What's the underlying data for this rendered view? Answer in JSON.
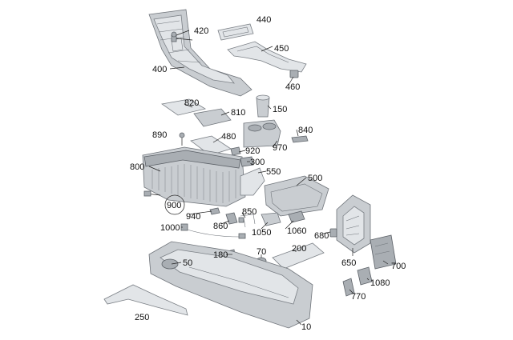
{
  "callouts": [
    {
      "id": "c440",
      "text": "440"
    },
    {
      "id": "c420",
      "text": "420"
    },
    {
      "id": "c450",
      "text": "450"
    },
    {
      "id": "c400",
      "text": "400"
    },
    {
      "id": "c460",
      "text": "460"
    },
    {
      "id": "c820",
      "text": "820"
    },
    {
      "id": "c810",
      "text": "810"
    },
    {
      "id": "c150",
      "text": "150"
    },
    {
      "id": "c890",
      "text": "890"
    },
    {
      "id": "c840",
      "text": "840"
    },
    {
      "id": "c480",
      "text": "480"
    },
    {
      "id": "c970",
      "text": "970"
    },
    {
      "id": "c920",
      "text": "920"
    },
    {
      "id": "c800",
      "text": "800"
    },
    {
      "id": "c300",
      "text": "300"
    },
    {
      "id": "c550",
      "text": "550"
    },
    {
      "id": "c500",
      "text": "500"
    },
    {
      "id": "c900",
      "text": "900"
    },
    {
      "id": "c940",
      "text": "940"
    },
    {
      "id": "c850",
      "text": "850"
    },
    {
      "id": "c860",
      "text": "860"
    },
    {
      "id": "c1000",
      "text": "1000"
    },
    {
      "id": "c1050",
      "text": "1050"
    },
    {
      "id": "c1060",
      "text": "1060"
    },
    {
      "id": "c680",
      "text": "680"
    },
    {
      "id": "c200",
      "text": "200"
    },
    {
      "id": "c180",
      "text": "180"
    },
    {
      "id": "c70",
      "text": "70"
    },
    {
      "id": "c50",
      "text": "50"
    },
    {
      "id": "c650",
      "text": "650"
    },
    {
      "id": "c700",
      "text": "700"
    },
    {
      "id": "c1080",
      "text": "1080"
    },
    {
      "id": "c770",
      "text": "770"
    },
    {
      "id": "c250",
      "text": "250"
    },
    {
      "id": "c10",
      "text": "10"
    }
  ]
}
